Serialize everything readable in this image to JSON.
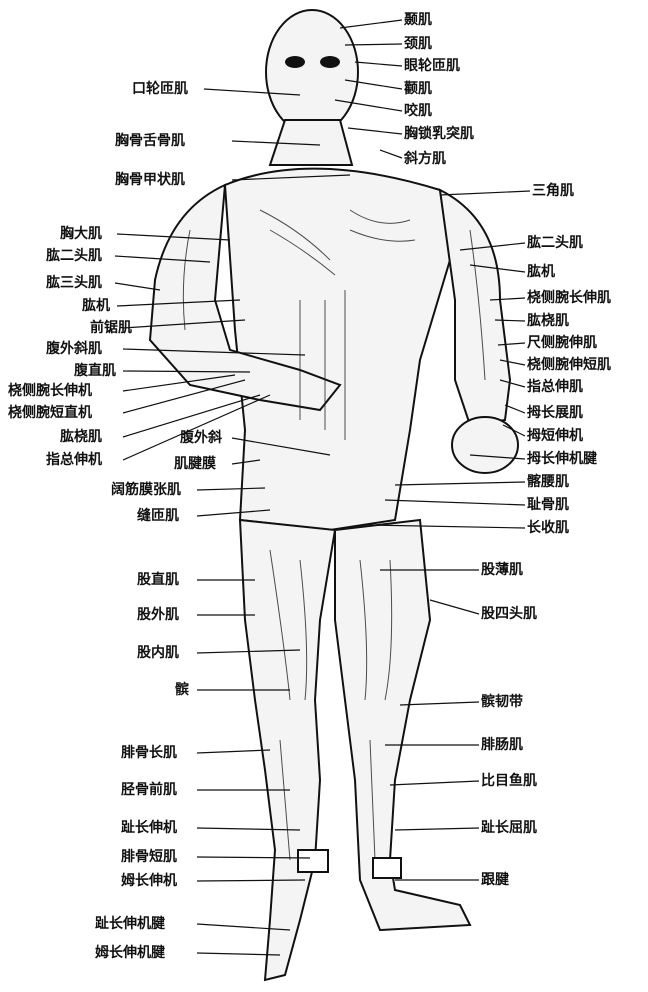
{
  "figure": {
    "labels_right": [
      "颞肌",
      "颈肌",
      "眼轮匝肌",
      "颧肌",
      "咬肌",
      "胸锁乳突肌",
      "斜方肌",
      "三角肌",
      "肱二头肌",
      "肱机",
      "桡侧腕长伸肌",
      "肱桡肌",
      "尺侧腕伸肌",
      "桡侧腕伸短肌",
      "指总伸肌",
      "拇长展肌",
      "拇短伸机",
      "拇长伸机腱",
      "髂腰肌",
      "耻骨肌",
      "长收肌",
      "股薄肌",
      "股四头肌",
      "髌韧带",
      "腓肠肌",
      "比目鱼肌",
      "趾长屈肌",
      "跟腱"
    ],
    "labels_left": [
      "口轮匝肌",
      "胸骨舌骨肌",
      "胸骨甲状肌",
      "胸大肌",
      "肱二头肌",
      "肱三头肌",
      "肱机",
      "前锯肌",
      "腹外斜肌",
      "腹直肌",
      "桡侧腕长伸机",
      "桡侧腕短直机",
      "肱桡肌",
      "指总伸机",
      "腹外斜",
      "肌腱膜",
      "阔筋膜张肌",
      "缝匝肌",
      "股直肌",
      "股外肌",
      "股内肌",
      "髌",
      "腓骨长肌",
      "胫骨前肌",
      "趾长伸机",
      "腓骨短肌",
      "姆长伸机",
      "趾长伸机腱",
      "姆长伸机腱"
    ]
  }
}
